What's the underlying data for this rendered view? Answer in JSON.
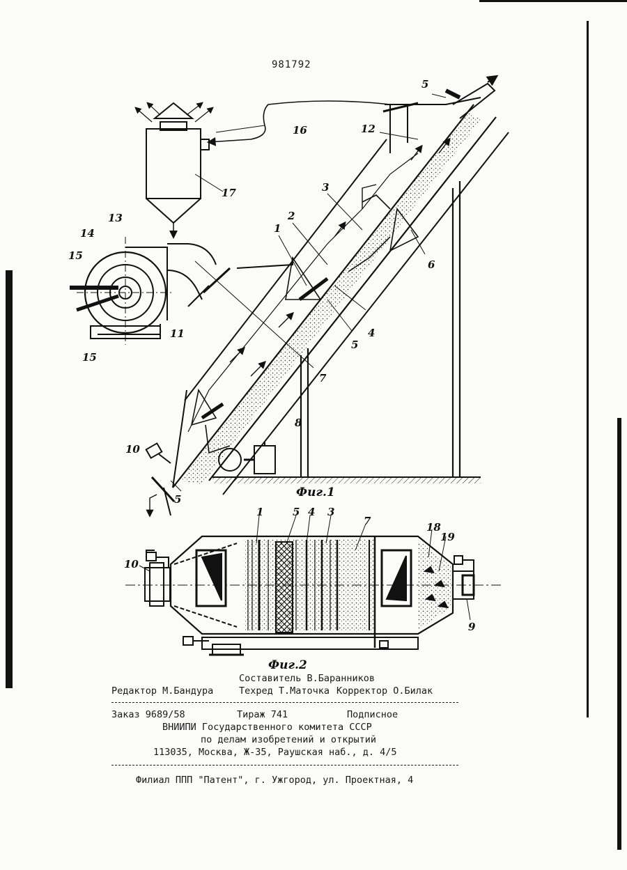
{
  "header": {
    "patent_number": "981792"
  },
  "figure1": {
    "caption": "Фиг.1",
    "labels": [
      "1",
      "2",
      "3",
      "4",
      "5",
      "5",
      "5",
      "6",
      "7",
      "8",
      "10",
      "11",
      "12",
      "13",
      "14",
      "15",
      "15",
      "16",
      "17"
    ]
  },
  "figure2": {
    "caption": "Фиг.2",
    "labels": [
      "1",
      "5",
      "4",
      "3",
      "7",
      "18",
      "19",
      "10",
      "9"
    ]
  },
  "imprint": {
    "compiler": "Составитель В.Баранников",
    "editor": "Редактор М.Бандура",
    "techred": "Техред Т.Маточка",
    "corrector": "Корректор О.Билак",
    "order": "Заказ 9689/58",
    "print_run": "Тираж 741",
    "subscription": "Подписное",
    "org_line1": "ВНИИПИ Государственного комитета СССР",
    "org_line2": "по делам изобретений и открытий",
    "address": "113035, Москва, Ж-35, Раушская наб., д. 4/5",
    "branch": "Филиал ППП \"Патент\", г. Ужгород, ул. Проектная, 4"
  }
}
